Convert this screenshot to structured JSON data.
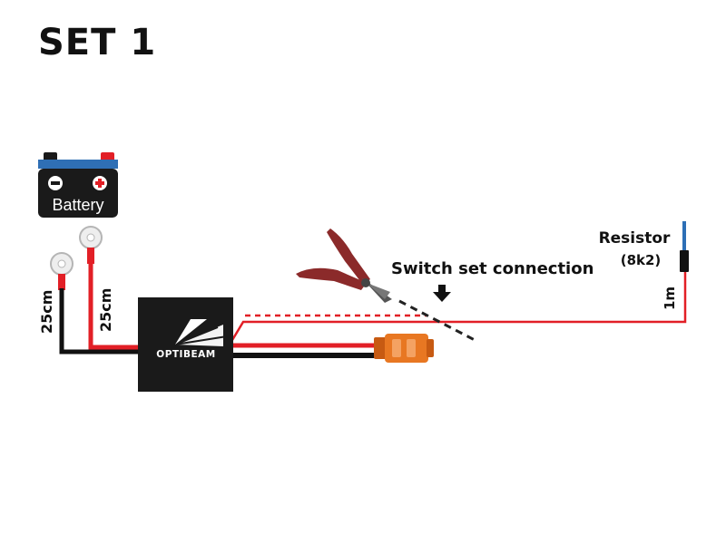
{
  "title": "SET 1",
  "battery": {
    "label": "Battery",
    "icon": "battery-icon",
    "minus_icon": "minus-icon",
    "plus_icon": "plus-icon"
  },
  "lengths": {
    "black_lead": "25cm",
    "red_lead": "25cm",
    "resistor_lead": "1m"
  },
  "resistor": {
    "label": "Resistor",
    "value": "(8k2)"
  },
  "switch_label": "Switch set connection",
  "module": {
    "brand": "OPTIBEAM",
    "logo_icon": "optibeam-logo-icon"
  },
  "cutter_icon": "wire-cutter-icon",
  "arrow_icon": "arrow-down-icon",
  "connector_icon": "deutsch-connector-icon",
  "colors": {
    "wire_red": "#e21f26",
    "wire_black": "#111111",
    "battery_body": "#1a1a1a",
    "battery_strip": "#2f6fb5",
    "terminal_plus": "#e21f26",
    "connector": "#e87722",
    "resistor_blue": "#2d6fb6",
    "cutter_handle": "#8b2a2a"
  }
}
